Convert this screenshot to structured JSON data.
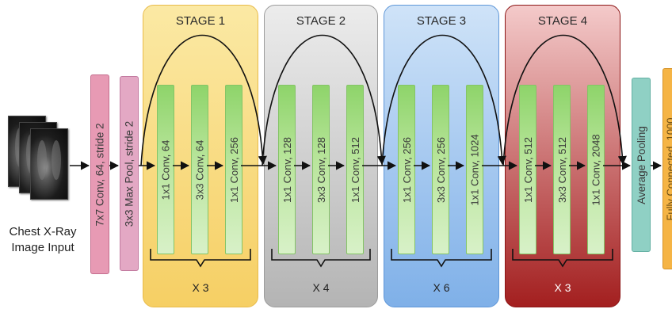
{
  "input": {
    "caption_line1": "Chest X-Ray",
    "caption_line2": "Image Input"
  },
  "pre_layers": {
    "conv_label": "7x7 Conv, 64, stride 2",
    "pool_label": "3x3 Max Pool, stride 2"
  },
  "stages": [
    {
      "title": "STAGE 1",
      "repeat": "X 3",
      "layers": [
        "1x1 Conv, 64",
        "3x3 Conv, 64",
        "1x1 Conv, 256"
      ]
    },
    {
      "title": "STAGE 2",
      "repeat": "X 4",
      "layers": [
        "1x1 Conv, 128",
        "3x3 Conv, 128",
        "1x1 Conv, 512"
      ]
    },
    {
      "title": "STAGE 3",
      "repeat": "X 6",
      "layers": [
        "1x1 Conv, 256",
        "3x3 Conv, 256",
        "1x1 Conv, 1024"
      ]
    },
    {
      "title": "STAGE 4",
      "repeat": "X 3",
      "layers": [
        "1x1 Conv, 512",
        "3x3 Conv, 512",
        "1x1 Conv, 2048"
      ]
    }
  ],
  "post_layers": {
    "avg_pool_label": "Average Pooling",
    "fc_label": "Fully Connected, 1000"
  },
  "colors": {
    "stage_1": "#f6cf64",
    "stage_2": "#b4b4b4",
    "stage_3": "#7fb0e8",
    "stage_4": "#a31f1f",
    "conv_layer": "#8ed46a",
    "pre_conv": "#e79ab4",
    "pre_pool": "#e3a8c4",
    "avg_pool": "#8fd0c4",
    "fully_connected": "#f5b445"
  }
}
